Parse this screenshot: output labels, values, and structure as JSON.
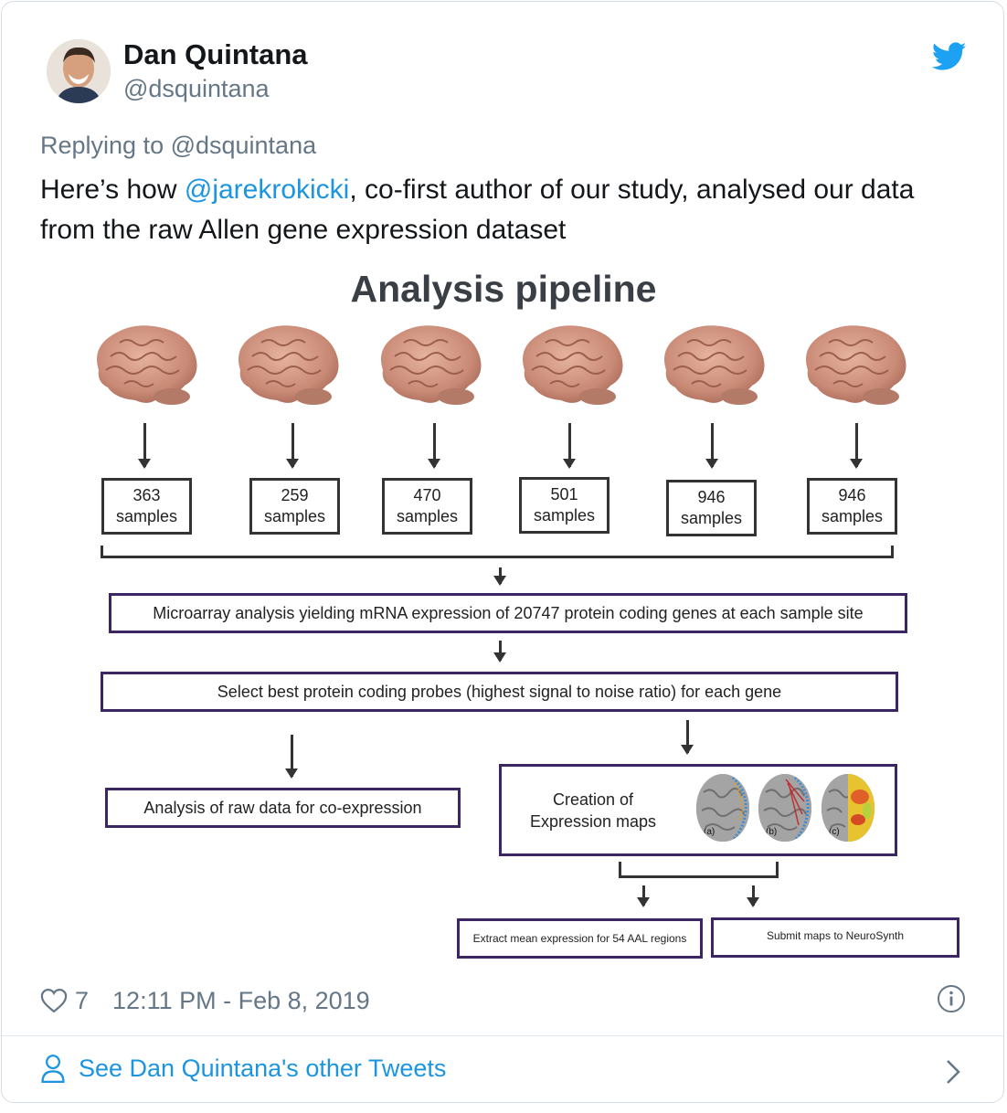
{
  "author": {
    "name": "Dan Quintana",
    "handle": "@dsquintana"
  },
  "reply_to": "Replying to @dsquintana",
  "tweet": {
    "text_before": "Here’s how ",
    "mention": "@jarekrokicki",
    "text_after": ", co-first author of our study, analysed our data from the raw Allen gene expression dataset"
  },
  "figure": {
    "title": "Analysis pipeline",
    "samples": [
      {
        "count": "363",
        "label": "samples"
      },
      {
        "count": "259",
        "label": "samples"
      },
      {
        "count": "470",
        "label": "samples"
      },
      {
        "count": "501",
        "label": "samples"
      },
      {
        "count": "946",
        "label": "samples"
      },
      {
        "count": "946",
        "label": "samples"
      }
    ],
    "step_microarray": "Microarray analysis yielding mRNA expression of 20747 protein coding genes at each sample site",
    "step_select": "Select best protein coding probes (highest signal to noise ratio) for each gene",
    "step_raw": "Analysis of raw data for co-expression",
    "step_maps_line1": "Creation of",
    "step_maps_line2": "Expression maps",
    "map_labels": [
      "(a)",
      "(b)",
      "(c)"
    ],
    "step_extract": "Extract mean expression for 54 AAL regions",
    "step_submit": "Submit maps to NeuroSynth"
  },
  "footer": {
    "likes": "7",
    "timestamp": "12:11 PM - Feb 8, 2019",
    "see_more": "See Dan Quintana's other Tweets"
  },
  "colors": {
    "link": "#1b95e0",
    "muted": "#657786",
    "box_border": "#3b2563",
    "twitter_blue": "#1da1f2"
  }
}
